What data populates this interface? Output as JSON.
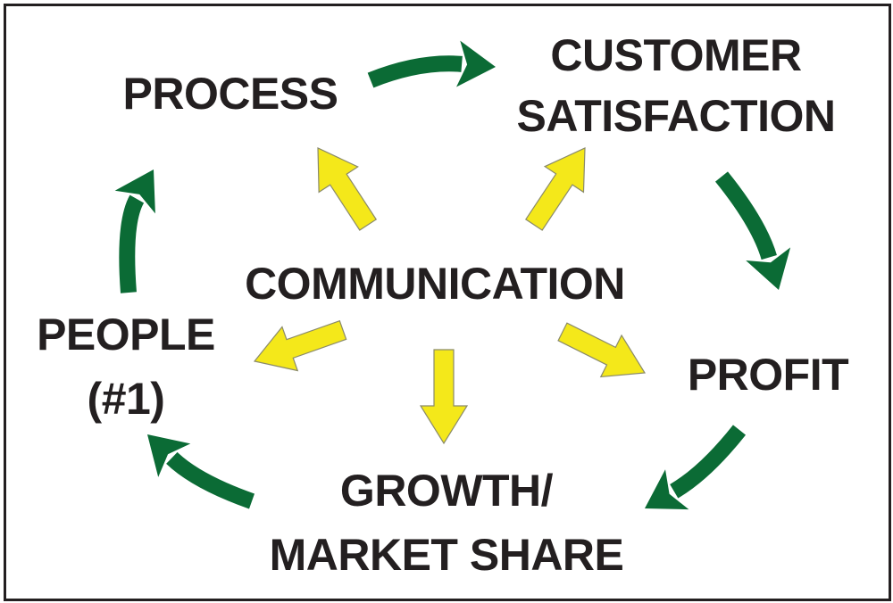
{
  "colors": {
    "green": "#0b6b35",
    "yellow": "#f4e81a",
    "text": "#231f20",
    "yellow_outline": "#8a8a6a"
  },
  "nodes": {
    "process": "PROCESS",
    "customer_line1": "CUSTOMER",
    "customer_line2": "SATISFACTION",
    "communication": "COMMUNICATION",
    "people_line1": "PEOPLE",
    "people_line2": "(#1)",
    "profit": "PROFIT",
    "growth_line1": "GROWTH/",
    "growth_line2": "MARKET SHARE"
  }
}
